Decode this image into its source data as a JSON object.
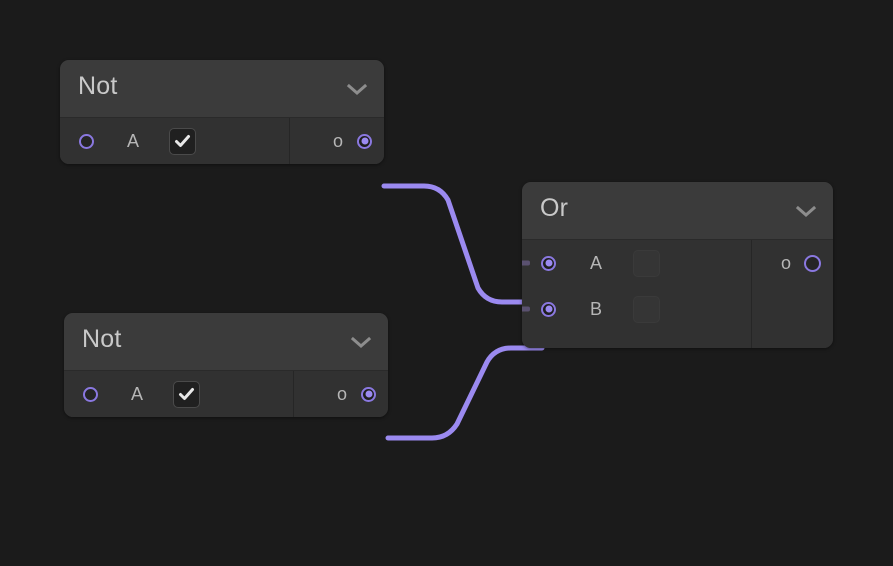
{
  "canvas": {
    "background": "#1b1b1b",
    "wire_color": "#9b8af0",
    "accent_color": "#8a78e0",
    "node_body_color": "#313131",
    "node_header_color": "#3b3b3b"
  },
  "nodes": [
    {
      "id": "not-1",
      "title": "Not",
      "collapse_icon": "chevron-down-icon",
      "inputs": [
        {
          "label": "A",
          "port_state": "free",
          "widget": "checkbox",
          "checked": true
        }
      ],
      "outputs": [
        {
          "label": "o",
          "port_state": "connected"
        }
      ]
    },
    {
      "id": "or-1",
      "title": "Or",
      "collapse_icon": "chevron-down-icon",
      "inputs": [
        {
          "label": "A",
          "port_state": "connected",
          "widget": "checkbox",
          "checked": false
        },
        {
          "label": "B",
          "port_state": "connected",
          "widget": "checkbox",
          "checked": false
        }
      ],
      "outputs": [
        {
          "label": "o",
          "port_state": "free"
        }
      ]
    },
    {
      "id": "not-2",
      "title": "Not",
      "collapse_icon": "chevron-down-icon",
      "inputs": [
        {
          "label": "A",
          "port_state": "free",
          "widget": "checkbox",
          "checked": true
        }
      ],
      "outputs": [
        {
          "label": "o",
          "port_state": "connected"
        }
      ]
    }
  ],
  "connections": [
    {
      "from": "not-1.o",
      "to": "or-1.A"
    },
    {
      "from": "not-2.o",
      "to": "or-1.B"
    }
  ]
}
